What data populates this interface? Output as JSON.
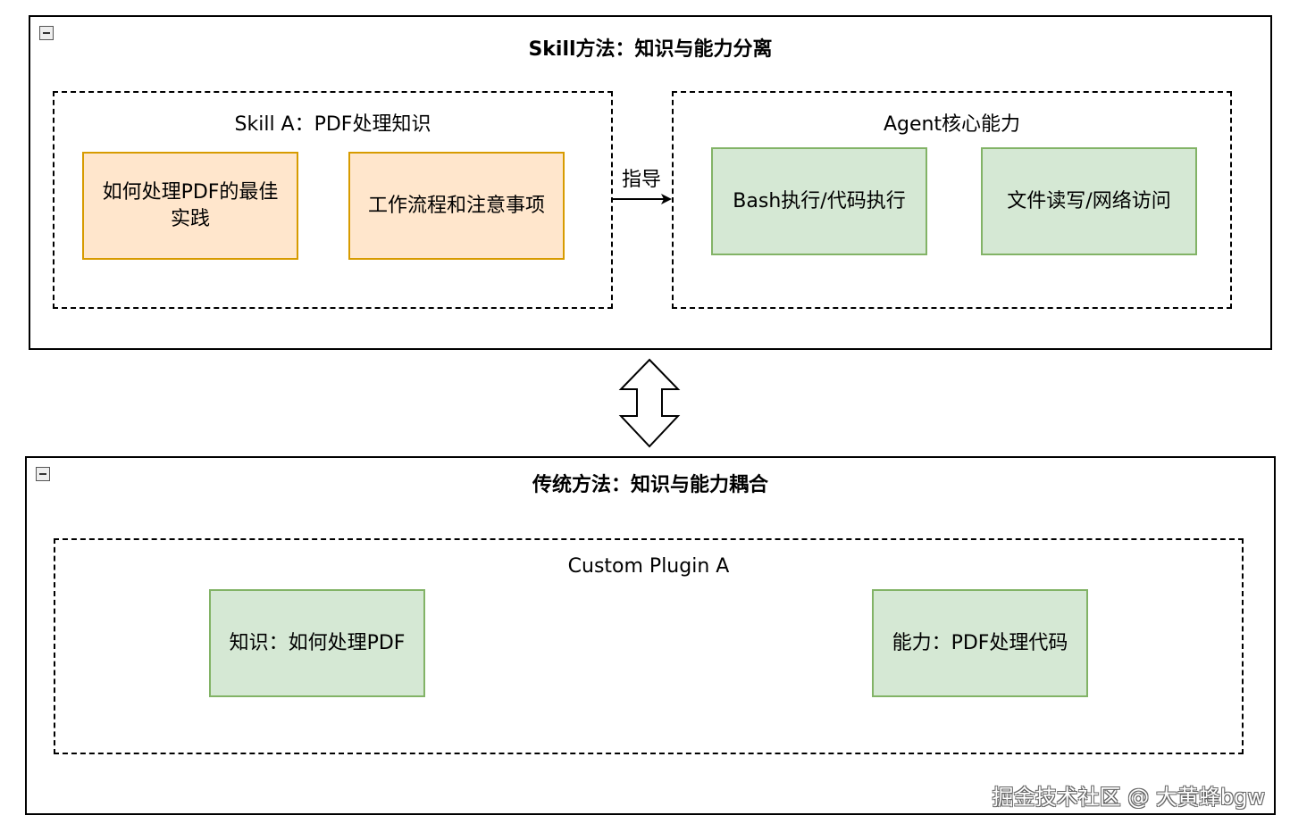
{
  "skill_container": {
    "title": "Skill方法：知识与能力分离",
    "skill_group": {
      "title": "Skill A：PDF处理知识",
      "box1": "如何处理PDF的最佳实践",
      "box2": "工作流程和注意事项"
    },
    "edge_label": "指导",
    "agent_group": {
      "title": "Agent核心能力",
      "box1": "Bash执行/代码执行",
      "box2": "文件读写/网络访问"
    }
  },
  "traditional_container": {
    "title": "传统方法：知识与能力耦合",
    "plugin_group": {
      "title": "Custom Plugin A",
      "box1": "知识：如何处理PDF",
      "box2": "能力：PDF处理代码"
    }
  },
  "watermark": "掘金技术社区 @ 大黄蜂bgw",
  "colors": {
    "orange_fill": "#ffe6cc",
    "orange_stroke": "#d79b00",
    "green_fill": "#d5e8d4",
    "green_stroke": "#82b366"
  },
  "icons": {
    "collapse": "minus-square-icon",
    "swap": "double-arrow-icon"
  }
}
